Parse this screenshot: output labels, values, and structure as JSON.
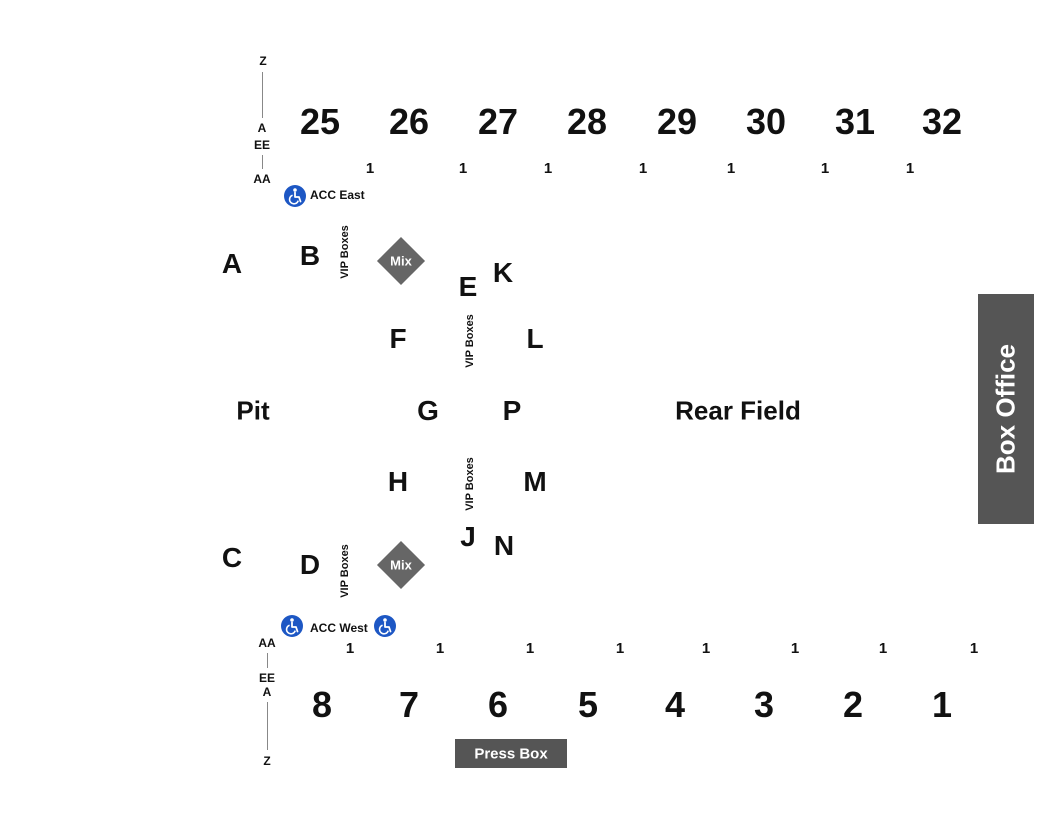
{
  "top_sections": [
    "25",
    "26",
    "27",
    "28",
    "29",
    "30",
    "31",
    "32"
  ],
  "top_row_marks": [
    "1",
    "1",
    "1",
    "1",
    "1",
    "1",
    "1"
  ],
  "top_row_labels": {
    "z": "Z",
    "a": "A",
    "ee": "EE",
    "aa": "AA"
  },
  "bottom_sections": [
    "8",
    "7",
    "6",
    "5",
    "4",
    "3",
    "2",
    "1"
  ],
  "bottom_row_marks": [
    "1",
    "1",
    "1",
    "1",
    "1",
    "1",
    "1",
    "1"
  ],
  "bottom_row_labels": {
    "aa": "AA",
    "ee": "EE",
    "a": "A",
    "z": "Z"
  },
  "floor_sections": {
    "A": "A",
    "B": "B",
    "C": "C",
    "D": "D",
    "E": "E",
    "F": "F",
    "G": "G",
    "H": "H",
    "J": "J",
    "K": "K",
    "L": "L",
    "M": "M",
    "N": "N",
    "P": "P"
  },
  "areas": {
    "pit": "Pit",
    "rear_field": "Rear Field",
    "box_office": "Box Office",
    "press_box": "Press Box"
  },
  "vip_label": "VIP Boxes",
  "mix_label": "Mix",
  "accessible": {
    "east": "ACC East",
    "west": "ACC West",
    "icon": "wheelchair-icon"
  },
  "colors": {
    "accessible": "#1d57c4",
    "mix": "#666666",
    "booth": "#555555"
  }
}
